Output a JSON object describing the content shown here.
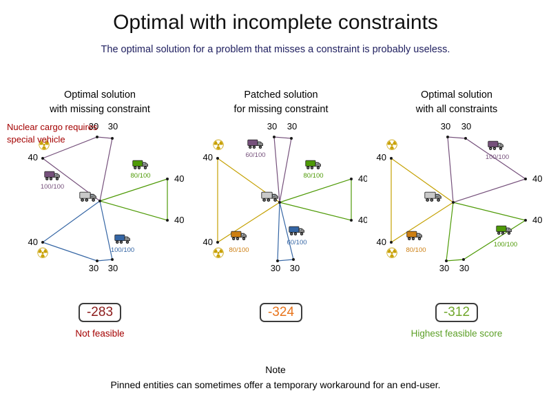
{
  "title": "Optimal with incomplete constraints",
  "subtitle": "The optimal solution for a problem that misses a constraint is probably useless.",
  "annotation": {
    "line1": "Nuclear cargo requires",
    "line2": "special vehicle"
  },
  "icons": {
    "radiation": "☢"
  },
  "colors": {
    "route_purple": "#75507b",
    "route_green": "#4e9a06",
    "route_blue": "#3465a4",
    "route_yellow": "#c4a000",
    "capacity_yellow": "#cd7f12",
    "radiation_gold": "#c8a000",
    "score_infeasible": "#8b1a1a",
    "score_patched": "#e8731a",
    "score_optimal": "#6fa62a",
    "annotation_red": "#a40000",
    "subtitle_navy": "#202060"
  },
  "diagrams": [
    {
      "header1": "Optimal solution",
      "header2": "with missing constraint",
      "score": "-283",
      "verdict": "Not feasible",
      "nodes": {
        "top1": "30",
        "top2": "30",
        "left_top": "40",
        "right_top": "40",
        "right_bottom": "40",
        "left_bottom": "40",
        "bottom1": "30",
        "bottom2": "30"
      },
      "trucks": {
        "purple": {
          "capacity": "100/100"
        },
        "green": {
          "capacity": "80/100"
        },
        "blue": {
          "capacity": "100/100"
        }
      }
    },
    {
      "header1": "Patched solution",
      "header2": "for missing constraint",
      "score": "-324",
      "verdict": "",
      "nodes": {
        "top1": "30",
        "top2": "30",
        "left_top": "40",
        "right_top": "40",
        "right_bottom": "40",
        "left_bottom": "40",
        "bottom1": "30",
        "bottom2": "30"
      },
      "trucks": {
        "purple": {
          "capacity": "60/100"
        },
        "green": {
          "capacity": "80/100"
        },
        "blue": {
          "capacity": "60/100"
        },
        "yellow": {
          "capacity": "80/100"
        }
      }
    },
    {
      "header1": "Optimal solution",
      "header2": "with all constraints",
      "score": "-312",
      "verdict": "Highest feasible score",
      "nodes": {
        "top1": "30",
        "top2": "30",
        "left_top": "40",
        "right_top": "40",
        "right_bottom": "40",
        "left_bottom": "40",
        "bottom1": "30",
        "bottom2": "30"
      },
      "trucks": {
        "purple": {
          "capacity": "100/100"
        },
        "yellow": {
          "capacity": "80/100"
        },
        "green": {
          "capacity": "100/100"
        }
      }
    }
  ],
  "note": {
    "heading": "Note",
    "body": "Pinned entities can sometimes offer a temporary workaround for an end-user."
  }
}
